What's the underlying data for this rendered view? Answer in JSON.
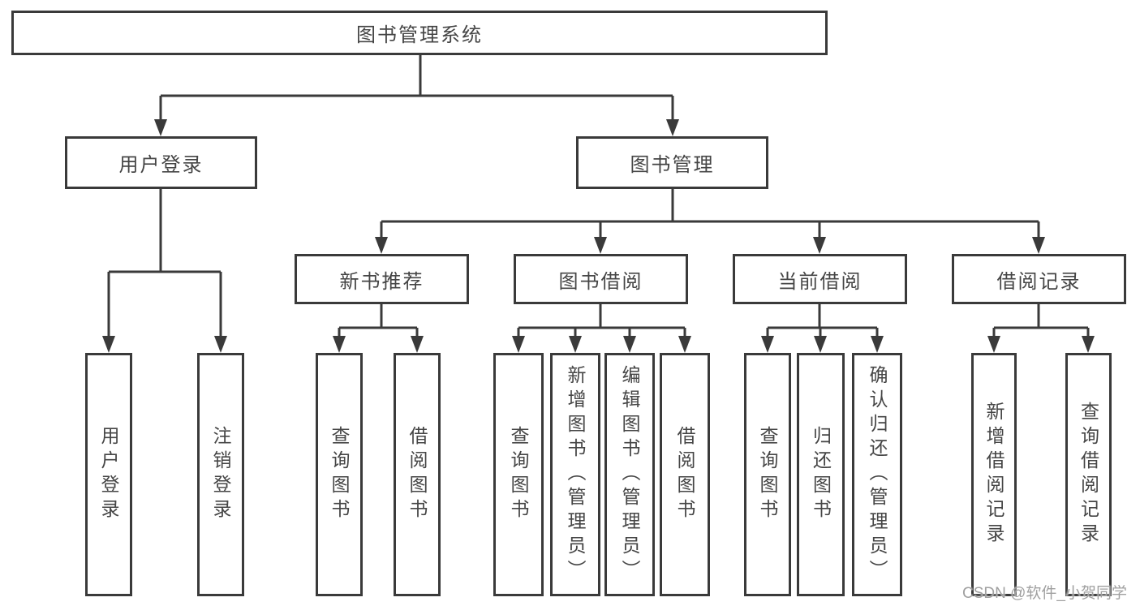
{
  "diagram": {
    "title": "图书管理系统",
    "level2": {
      "user_login": "用户登录",
      "book_management": "图书管理"
    },
    "level3": {
      "new_book_recommend": "新书推荐",
      "book_borrow": "图书借阅",
      "current_borrow": "当前借阅",
      "borrow_record": "借阅记录"
    },
    "leaves": {
      "user_login": [
        "用户登录",
        "注销登录"
      ],
      "new_book_recommend": [
        "查询图书",
        "借阅图书"
      ],
      "book_borrow": [
        "查询图书",
        "新增图书（管理员）",
        "编辑图书（管理员）",
        "借阅图书"
      ],
      "current_borrow": [
        "查询图书",
        "归还图书",
        "确认归还（管理员）"
      ],
      "borrow_record": [
        "新增借阅记录",
        "查询借阅记录"
      ]
    },
    "watermark": "CSDN @软件_小贺同学",
    "colors": {
      "line": "#3a3a3a",
      "text": "#454545",
      "box_bg": "#ffffff",
      "watermark": "#a0a0a0"
    }
  }
}
